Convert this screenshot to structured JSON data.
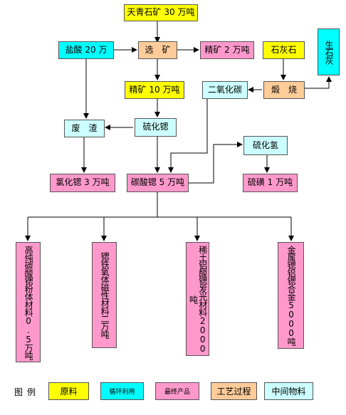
{
  "nodes": {
    "tianqing_ore": "天青石矿 30 万吨",
    "hydrochloric_acid": "盐酸 20 万",
    "beneficiation": "选　矿",
    "concentrate_2": "精矿 2 万吨",
    "limestone": "石灰石",
    "quicklime": "生石灰",
    "concentrate_10": "精矿 10 万吨",
    "carbon_dioxide": "二氧化碳",
    "calcination": "煅　烧",
    "waste_residue": "废　渣",
    "strontium_sulfide": "硫化锶",
    "hydrogen_sulfide": "硫化氢",
    "strontium_chloride": "氯化锶 3 万吨",
    "strontium_carbonate": "碳酸锶 5 万吨",
    "sulfur": "硫磺 1 万吨",
    "product_1": "高纯碳酸锶粉体材料0.5万吨",
    "product_2": "锶铁氧体磁性材料二万吨",
    "product_3": "稀土铝酸锶发光材料2000吨",
    "product_4": "金属锶铝锶合金5000吨"
  },
  "legend": {
    "title": "图例",
    "raw": "原料",
    "recycle": "循环利用",
    "final": "最终产品",
    "process": "工艺过程",
    "intermediate": "中间物料"
  },
  "colors": {
    "raw": "#ffff00",
    "recycle": "#00ffff",
    "final": "#ff99cc",
    "process": "#ffcc99",
    "intermediate": "#ccffff"
  }
}
